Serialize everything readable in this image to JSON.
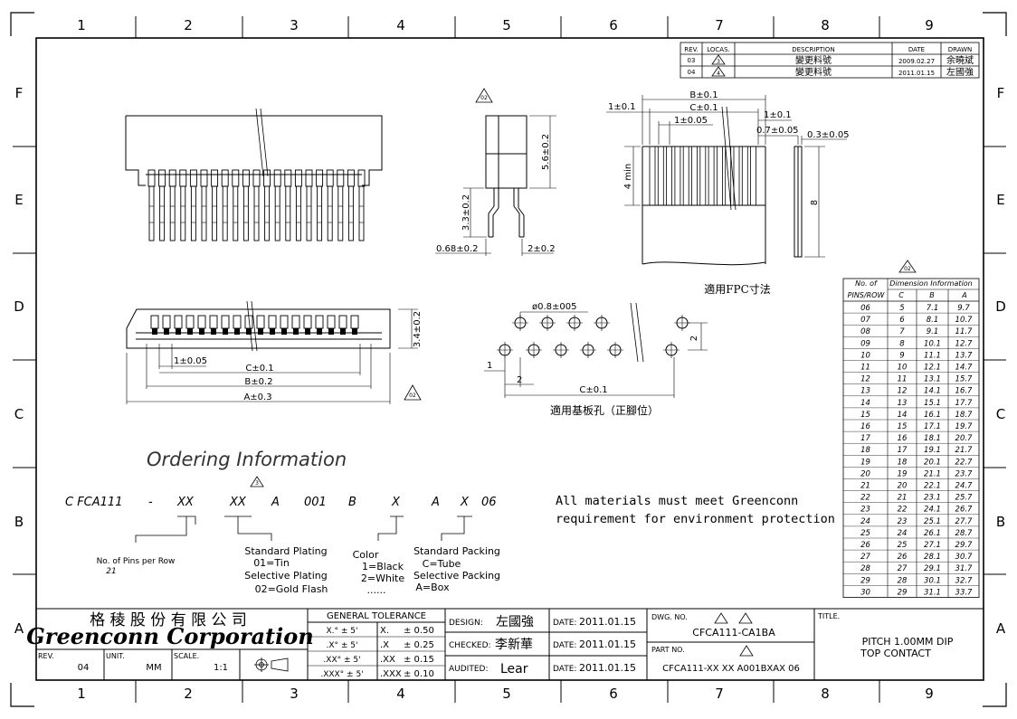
{
  "frame": {
    "columns": [
      "1",
      "2",
      "3",
      "4",
      "5",
      "6",
      "7",
      "8",
      "9"
    ],
    "rows": [
      "F",
      "E",
      "D",
      "C",
      "B",
      "A"
    ]
  },
  "revision_table": {
    "headers": [
      "REV.",
      "LOCAS.",
      "DESCRIPTION",
      "DATE",
      "DRAWN"
    ],
    "rows": [
      {
        "rev": "03",
        "loc": "3",
        "desc": "變更料號",
        "date": "2009.02.27",
        "drawn": "余曉斌"
      },
      {
        "rev": "04",
        "loc": "4",
        "desc": "變更料號",
        "date": "2011.01.15",
        "drawn": "左國強"
      }
    ]
  },
  "front_view": {
    "dims": [
      "1±0.05",
      "C±0.1",
      "B±0.2",
      "A±0.3",
      "3.4±0.2"
    ],
    "rev_tag": "02"
  },
  "side_view": {
    "rev_tag": "02",
    "dims": [
      "5.6±0.2",
      "3.3±0.2",
      "0.68±0.2",
      "2±0.2"
    ]
  },
  "fpc_view": {
    "dims": [
      "B±0.1",
      "C±0.1",
      "1±0.05",
      "1±0.1",
      "1±0.1",
      "0.7±0.05",
      "0.3±0.05",
      "4 min",
      "8"
    ],
    "caption": "適用FPC寸法"
  },
  "pcb_view": {
    "dims": [
      "ø0.8±005",
      "2",
      "1",
      "2",
      "C±0.1"
    ],
    "caption": "適用基板孔（正腳位）"
  },
  "ordering": {
    "title": "Ordering Information",
    "rev_tag": "3",
    "code": [
      "C FCA111",
      "-",
      "XX",
      "XX",
      "A",
      "001",
      "B",
      "X",
      "A",
      "X",
      "06"
    ],
    "pins_label": "No. of Pins per Row",
    "pins_value": "21",
    "plating": [
      "Standard Plating",
      "01=Tin",
      "Selective Plating",
      "02=Gold Flash"
    ],
    "color": [
      "Color",
      "1=Black",
      "2=White",
      "......"
    ],
    "packing": [
      "Standard Packing",
      "C=Tube",
      "Selective Packing",
      "A=Box"
    ]
  },
  "note": [
    "All materials must meet Greenconn",
    "requirement for environment protection"
  ],
  "dimension_table": {
    "rev_tag": "02",
    "header_left": [
      "No. of",
      "PINS/ROW"
    ],
    "header_group": "Dimension Information",
    "columns": [
      "C",
      "B",
      "A"
    ],
    "rows": [
      [
        "06",
        "5",
        "7.1",
        "9.7"
      ],
      [
        "07",
        "6",
        "8.1",
        "10.7"
      ],
      [
        "08",
        "7",
        "9.1",
        "11.7"
      ],
      [
        "09",
        "8",
        "10.1",
        "12.7"
      ],
      [
        "10",
        "9",
        "11.1",
        "13.7"
      ],
      [
        "11",
        "10",
        "12.1",
        "14.7"
      ],
      [
        "12",
        "11",
        "13.1",
        "15.7"
      ],
      [
        "13",
        "12",
        "14.1",
        "16.7"
      ],
      [
        "14",
        "13",
        "15.1",
        "17.7"
      ],
      [
        "15",
        "14",
        "16.1",
        "18.7"
      ],
      [
        "16",
        "15",
        "17.1",
        "19.7"
      ],
      [
        "17",
        "16",
        "18.1",
        "20.7"
      ],
      [
        "18",
        "17",
        "19.1",
        "21.7"
      ],
      [
        "19",
        "18",
        "20.1",
        "22.7"
      ],
      [
        "20",
        "19",
        "21.1",
        "23.7"
      ],
      [
        "21",
        "20",
        "22.1",
        "24.7"
      ],
      [
        "22",
        "21",
        "23.1",
        "25.7"
      ],
      [
        "23",
        "22",
        "24.1",
        "26.7"
      ],
      [
        "24",
        "23",
        "25.1",
        "27.7"
      ],
      [
        "25",
        "24",
        "26.1",
        "28.7"
      ],
      [
        "26",
        "25",
        "27.1",
        "29.7"
      ],
      [
        "27",
        "26",
        "28.1",
        "30.7"
      ],
      [
        "28",
        "27",
        "29.1",
        "31.7"
      ],
      [
        "29",
        "28",
        "30.1",
        "32.7"
      ],
      [
        "30",
        "29",
        "31.1",
        "33.7"
      ]
    ]
  },
  "title_block": {
    "company_cn": "格 稜 股 份 有 限 公 司",
    "company_en": "Greenconn Corporation",
    "rev_label": "REV.",
    "rev_value": "04",
    "unit_label": "UNIT.",
    "unit_value": "MM",
    "scale_label": "SCALE.",
    "scale_value": "1:1",
    "tolerance_title": "GENERAL  TOLERANCE",
    "tol_angles": [
      "X.° ± 5'",
      ".X° ± 5'",
      ".XX° ± 5'",
      ".XXX° ± 5'"
    ],
    "tol_linear": [
      [
        "X.",
        "± 0.50"
      ],
      [
        ".X",
        "± 0.25"
      ],
      [
        ".XX",
        "± 0.15"
      ],
      [
        ".XXX",
        "± 0.10"
      ]
    ],
    "design_label": "DESIGN:",
    "design_value": "左國強",
    "checked_label": "CHECKED:",
    "checked_value": "李新華",
    "audited_label": "AUDITED:",
    "audited_value": "Lear",
    "date_label": "DATE:",
    "dates": [
      "2011.01.15",
      "2011.01.15",
      "2011.01.15"
    ],
    "dwg_label": "DWG. NO.",
    "dwg_value": "CFCA111-CA1BA",
    "part_label": "PART NO.",
    "part_value": "CFCA111-XX XX A001BXAX 06",
    "title_label": "TITLE.",
    "title_lines": [
      "PITCH 1.00MM DIP",
      "TOP CONTACT"
    ]
  }
}
